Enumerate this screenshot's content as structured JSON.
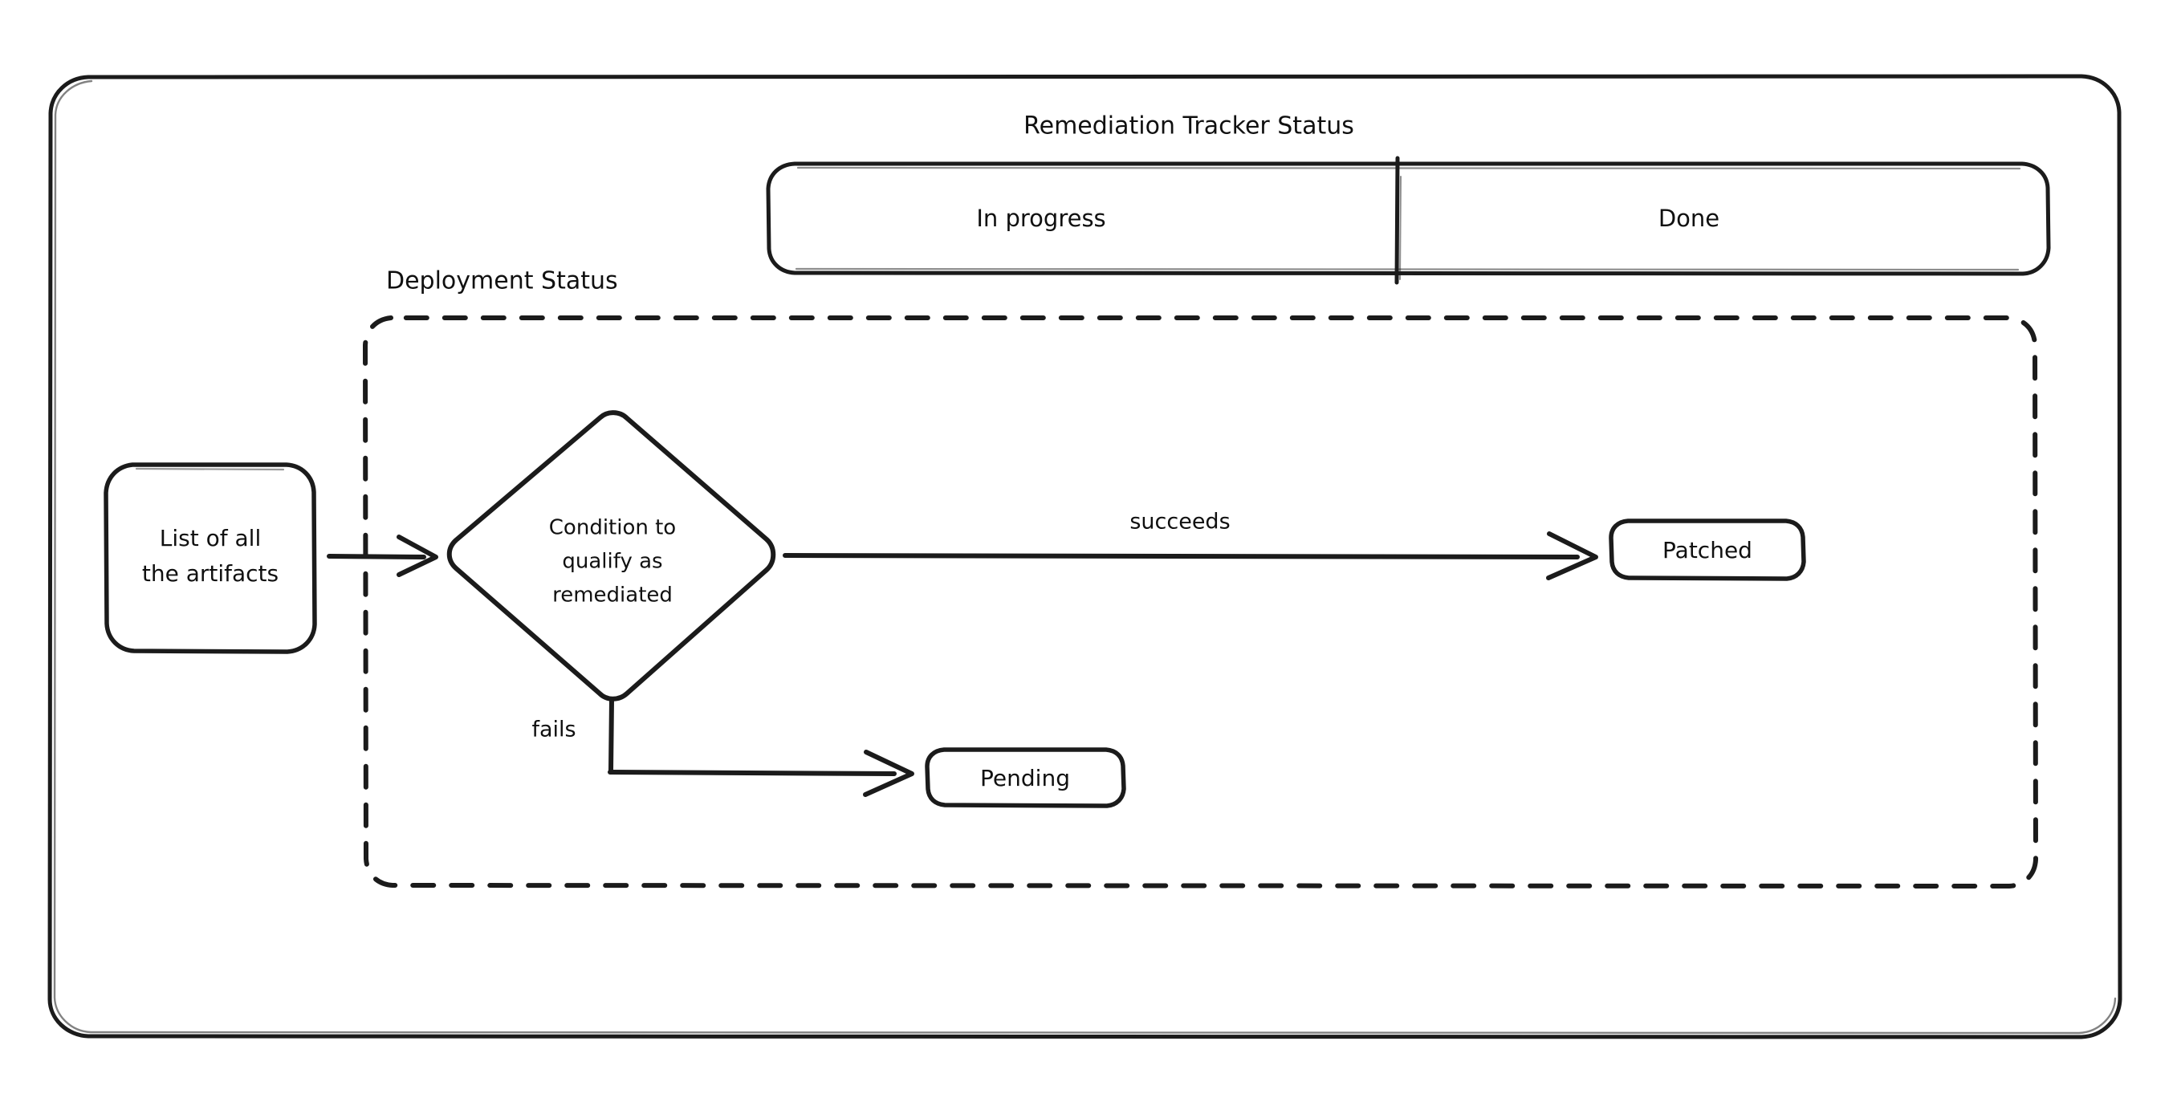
{
  "diagram": {
    "style": "hand-drawn-sketch",
    "background_color": "#ffffff",
    "stroke_color": "#1b1b1b",
    "outer_frame": {
      "name": "outer-frame",
      "shape": "rounded-rectangle"
    },
    "swimlane": {
      "title": "Remediation Tracker Status",
      "cells": [
        {
          "label": "In progress"
        },
        {
          "label": "Done"
        }
      ]
    },
    "group": {
      "title": "Deployment Status",
      "border_style": "dashed"
    },
    "nodes": [
      {
        "id": "artifacts",
        "label_lines": [
          "List of all",
          "the artifacts"
        ],
        "shape": "rounded-rectangle"
      },
      {
        "id": "condition",
        "label_lines": [
          "Condition to",
          "qualify as",
          "remediated"
        ],
        "shape": "diamond"
      },
      {
        "id": "patched",
        "label_lines": [
          "Patched"
        ],
        "shape": "rounded-rectangle"
      },
      {
        "id": "pending",
        "label_lines": [
          "Pending"
        ],
        "shape": "rounded-rectangle"
      }
    ],
    "edges": [
      {
        "from": "artifacts",
        "to": "condition",
        "label": ""
      },
      {
        "from": "condition",
        "to": "patched",
        "label": "succeeds"
      },
      {
        "from": "condition",
        "to": "pending",
        "label": "fails"
      }
    ]
  }
}
